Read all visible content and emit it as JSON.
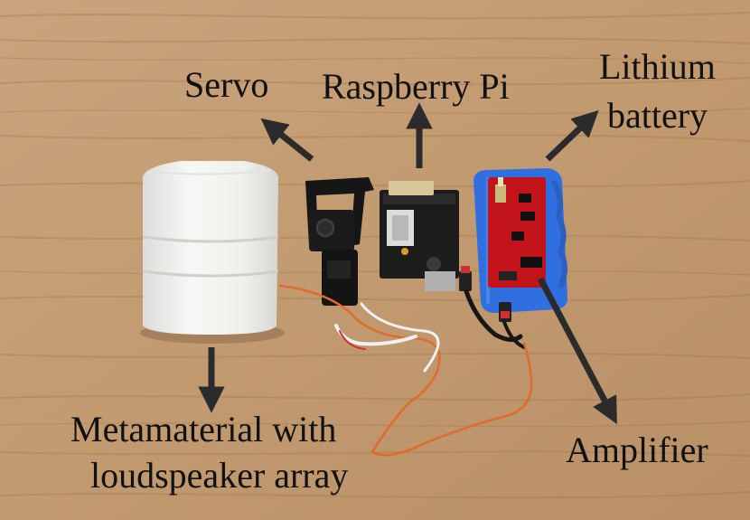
{
  "labels": {
    "servo": "Servo",
    "raspberry_pi": "Raspberry Pi",
    "battery_line1": "Lithium",
    "battery_line2": "battery",
    "metamaterial_line1": "Metamaterial with",
    "metamaterial_line2": "loudspeaker array",
    "amplifier": "Amplifier"
  },
  "colors": {
    "wood_light": "#c8a27a",
    "wood_dark": "#a87f57",
    "battery_blue": "#2f6fe0",
    "amplifier_red": "#c3141c",
    "pcb_black": "#1c1c1c",
    "cylinder_white": "#f3f3f1",
    "arrow": "#2b2b2b"
  }
}
